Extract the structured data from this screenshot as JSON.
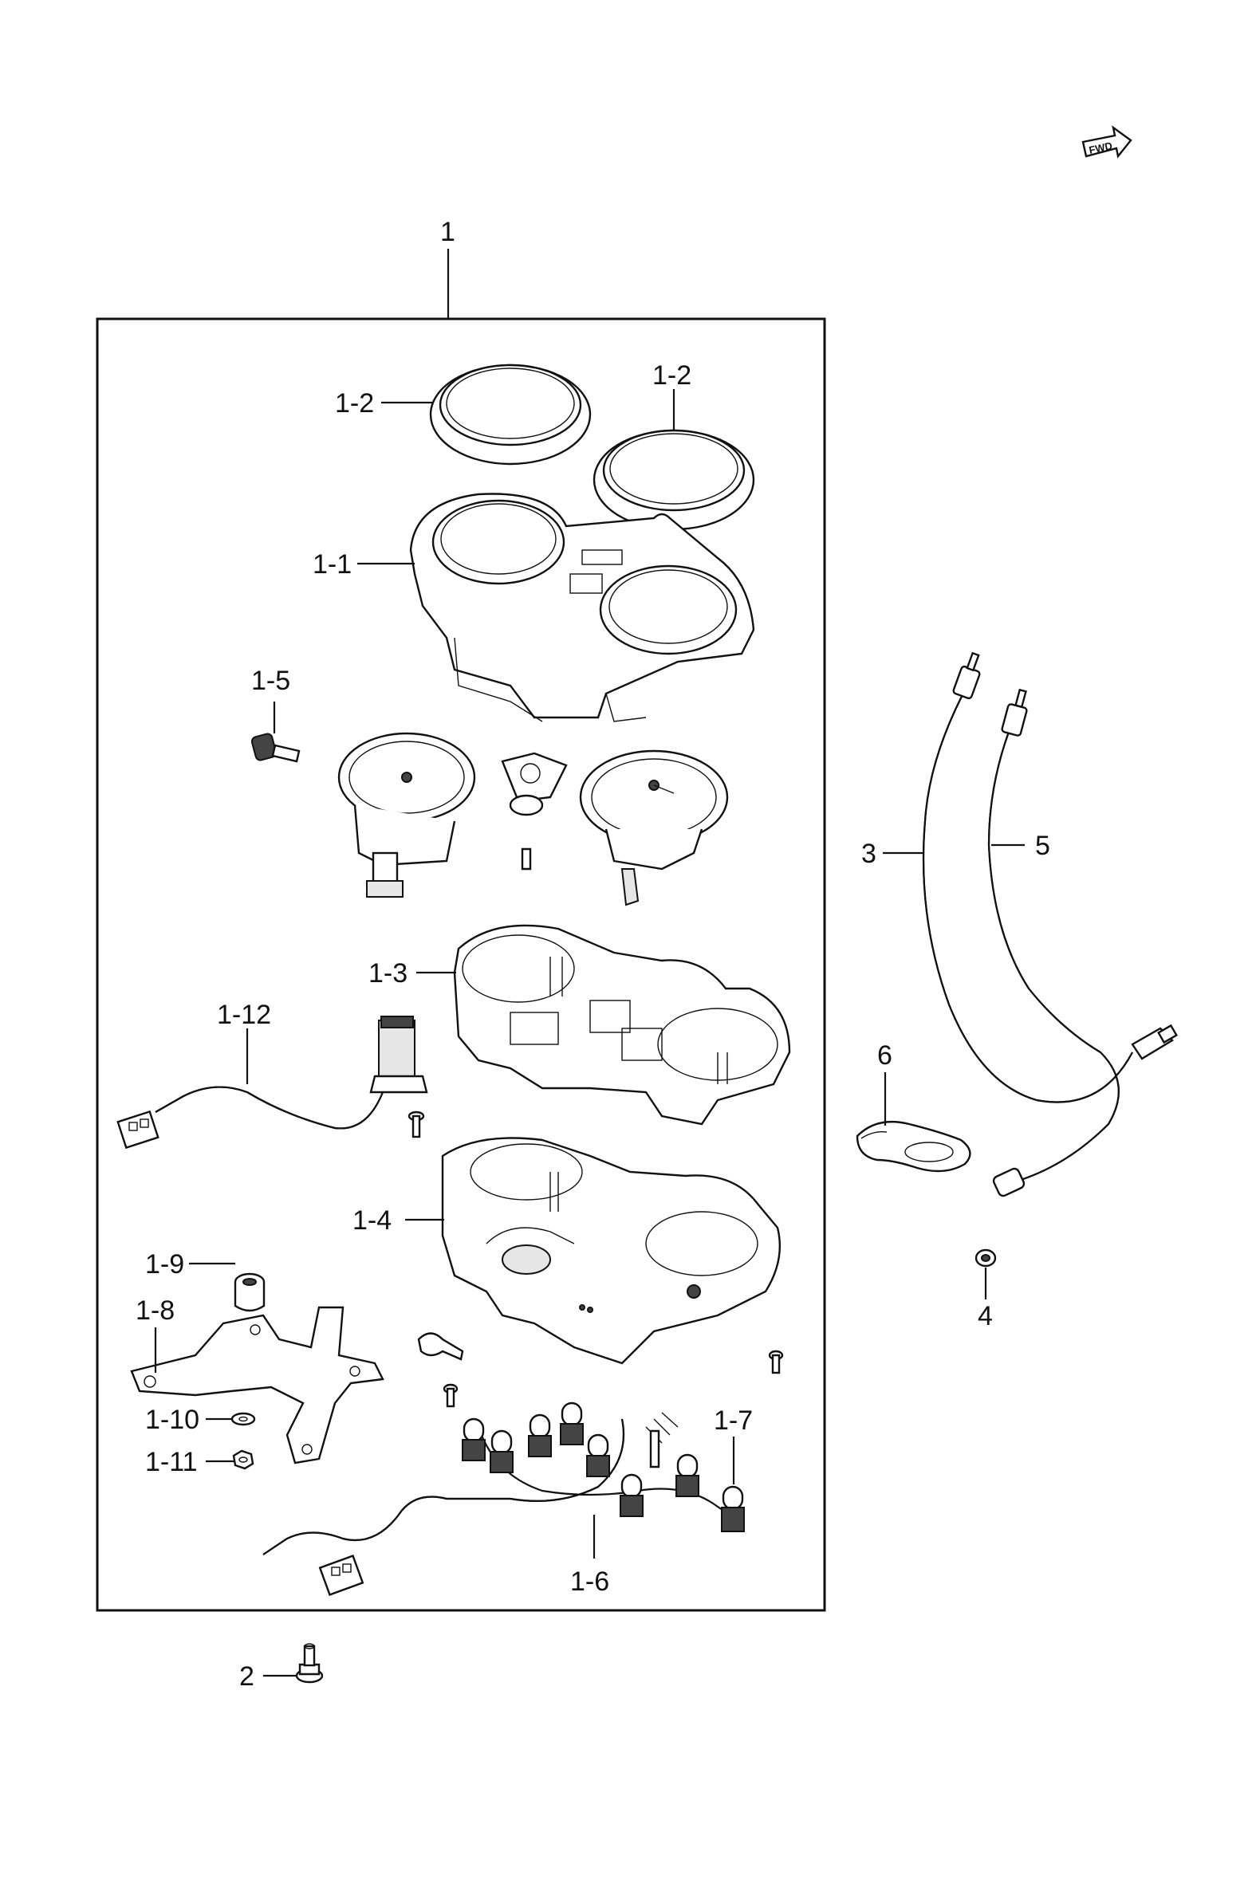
{
  "fwd_badge": {
    "text": "FWD"
  },
  "labels": {
    "assembly": "1",
    "lens_ring_left": "1-2",
    "lens_ring_right": "1-2",
    "upper_case": "1-1",
    "reset_knob": "1-5",
    "inner_case": "1-3",
    "harness_lead": "1-12",
    "lower_case": "1-4",
    "damper": "1-9",
    "bracket": "1-8",
    "washer": "1-10",
    "nut": "1-11",
    "bulbs": "1-7",
    "bulb_harness": "1-6",
    "bolt": "2",
    "cable_left": "3",
    "cable_right": "5",
    "grommet": "6",
    "clip": "4"
  }
}
